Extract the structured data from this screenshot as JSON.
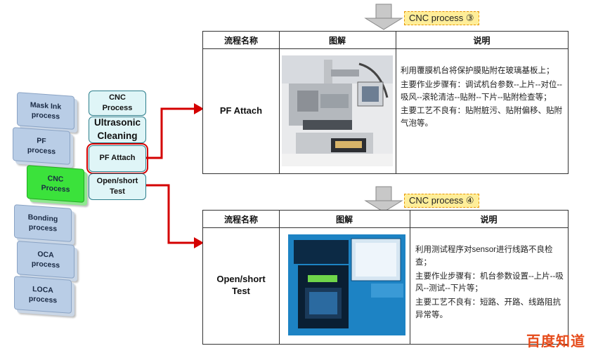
{
  "left_processes": [
    {
      "label": "Mask Ink\nprocess"
    },
    {
      "label": "PF\nprocess"
    },
    {
      "label": "CNC\nProcess"
    },
    {
      "label": "Bonding\nprocess"
    },
    {
      "label": "OCA\nprocess"
    },
    {
      "label": "LOCA\nprocess"
    }
  ],
  "steps": [
    {
      "label": "CNC\nProcess"
    },
    {
      "label": "Ultrasonic\nCleaning"
    },
    {
      "label": "PF Attach"
    },
    {
      "label": "Open/short\nTest"
    }
  ],
  "colors": {
    "active_process": "#3be23b",
    "highlight_border": "#d40000",
    "arrow": "#d40000",
    "tag_fill": "#ffee99"
  },
  "panels": [
    {
      "tag": "CNC process ③",
      "headers": {
        "col1": "流程名称",
        "col2": "图解",
        "col3": "说明"
      },
      "name": "PF Attach",
      "description": [
        "利用覆膜机台将保护膜贴附在玻璃基板上；",
        "主要作业步骤有：调试机台参数--上片--对位--吸风--滚轮清洁--贴附--下片--贴附检查等；",
        "主要工艺不良有：贴附脏污、贴附偏移、贴附气泡等。"
      ]
    },
    {
      "tag": "CNC process ④",
      "headers": {
        "col1": "流程名称",
        "col2": "图解",
        "col3": "说明"
      },
      "name": "Open/short\nTest",
      "description": [
        "利用测试程序对sensor进行线路不良检查；",
        "主要作业步骤有：机台参数设置--上片--吸风--测试--下片等；",
        "主要工艺不良有：短路、开路、线路阻抗异常等。"
      ]
    }
  ],
  "watermark": "百度知道"
}
